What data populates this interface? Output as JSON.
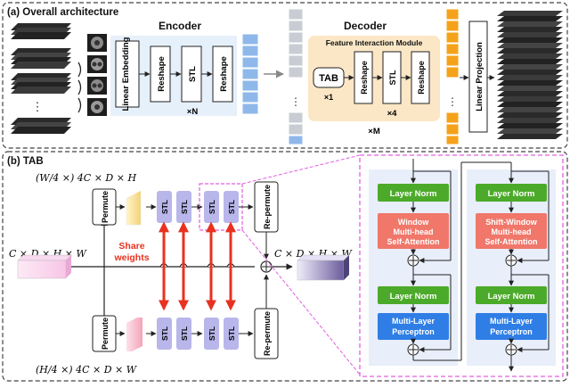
{
  "panel_a": {
    "title": "(a) Overall architecture",
    "encoder_label": "Encoder",
    "decoder_label": "Decoder",
    "linear_embedding": "Linear Embedding",
    "reshape": "Reshape",
    "stl": "STL",
    "repeat_n": "×N",
    "fim_label": "Feature Interaction Module",
    "tab": "TAB",
    "repeat_1": "×1",
    "repeat_4": "×4",
    "repeat_m": "×M",
    "linear_projection": "Linear Projection",
    "dots": "⋮"
  },
  "panel_b": {
    "title": "(b) TAB",
    "top_formula": "(W/4 ×) 4C × D × H",
    "bottom_formula": "(H/4 ×) 4C × D × W",
    "input_formula": "C × D × H × W",
    "output_formula": "C × D × H × W",
    "permute": "Permute",
    "repermute": "Re-permute",
    "stl": "STL",
    "share_weights_1": "Share",
    "share_weights_2": "weights"
  },
  "panel_c": {
    "layer_norm": "Layer Norm",
    "wmsa": [
      "Window",
      "Multi-head",
      "Self-Attention"
    ],
    "swmsa": [
      "Shift-Window",
      "Multi-head",
      "Self-Attention"
    ],
    "mlp": [
      "Multi-Layer",
      "Perceptron"
    ]
  },
  "colors": {
    "encoder_bg": "#e6f0fb",
    "fim_bg": "#fbe7c6",
    "blue_token": "#8fb8ea",
    "gray_token": "#c9cdd3",
    "orange_token": "#f5a21b",
    "stl_purple": "#b8b6ea",
    "layer_norm_green": "#4caa2a",
    "msa_red": "#f0776a",
    "mlp_blue": "#2f7ee6",
    "share_red": "#e8321f",
    "dashed_pink": "#e35fe0"
  }
}
